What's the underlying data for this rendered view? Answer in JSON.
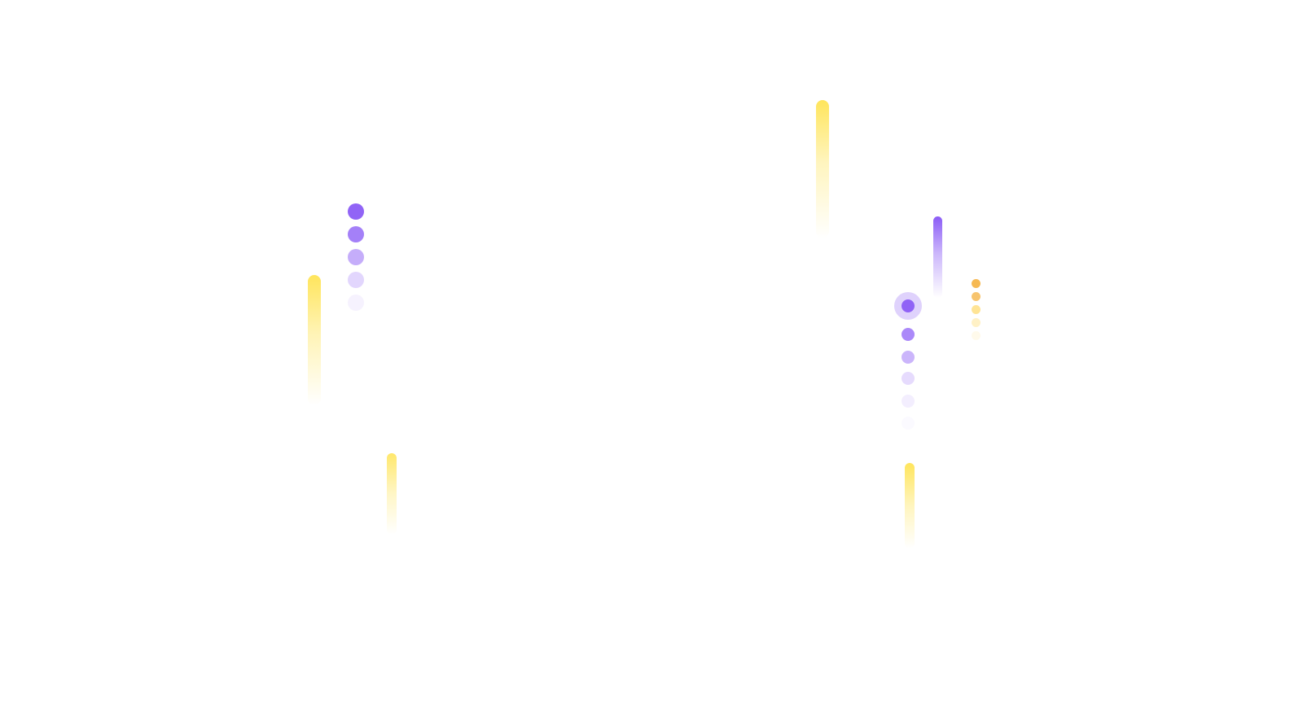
{
  "colors": {
    "yellow": "#FFE55C",
    "purple": "#8B5CF6",
    "orange": "#F5B54A",
    "background": "#FFFFFF"
  },
  "icons": [
    "yellow-streak",
    "purple-streak",
    "purple-dot-trail",
    "orange-dot-trail",
    "dot-halo"
  ]
}
